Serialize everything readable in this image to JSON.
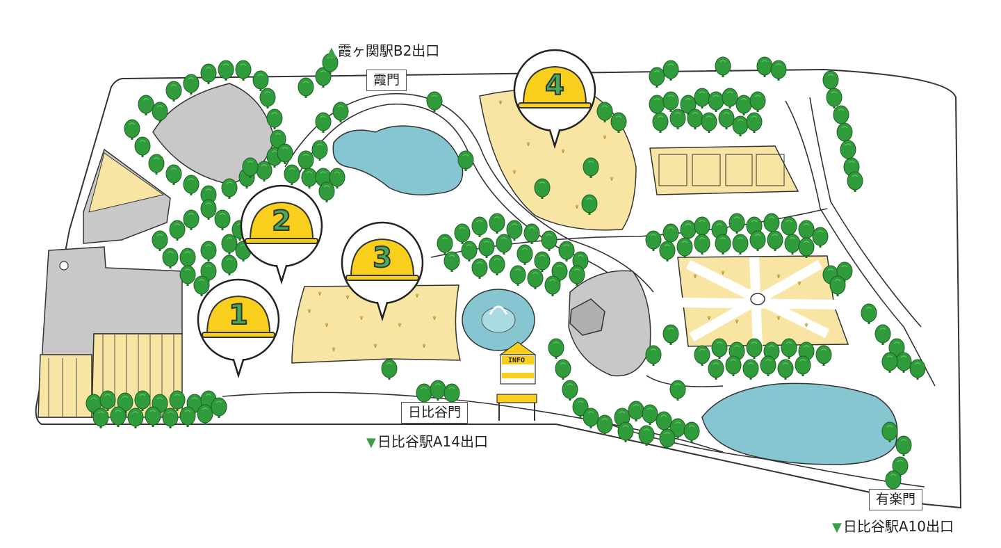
{
  "map": {
    "colors": {
      "path_outline": "#333333",
      "tree_green": "#2f9b3a",
      "tree_dark": "#1e6e27",
      "lawn_yellow": "#f8e5a3",
      "pond_blue": "#86c6d0",
      "building_gray": "#c8c8c8",
      "building_yellow": "#f8e5a3",
      "helmet_yellow": "#f7cf1c",
      "number_green": "#4aa85b"
    },
    "stations": [
      {
        "marker": "▲",
        "text": "霞ヶ関駅B2出口",
        "marker_color": "#3aa046"
      },
      {
        "marker": "▼",
        "text": "日比谷駅A14出口",
        "marker_color": "#3aa046"
      },
      {
        "marker": "▼",
        "text": "日比谷駅A10出口",
        "marker_color": "#3aa046"
      }
    ],
    "gates": [
      {
        "name": "霞門"
      },
      {
        "name": "日比谷門"
      },
      {
        "name": "有楽門"
      }
    ],
    "pins": [
      {
        "number": "1",
        "icon": "helmet-icon"
      },
      {
        "number": "2",
        "icon": "helmet-icon"
      },
      {
        "number": "3",
        "icon": "helmet-icon"
      },
      {
        "number": "4",
        "icon": "helmet-icon"
      }
    ],
    "info_booth": {
      "text": "INFO"
    }
  }
}
